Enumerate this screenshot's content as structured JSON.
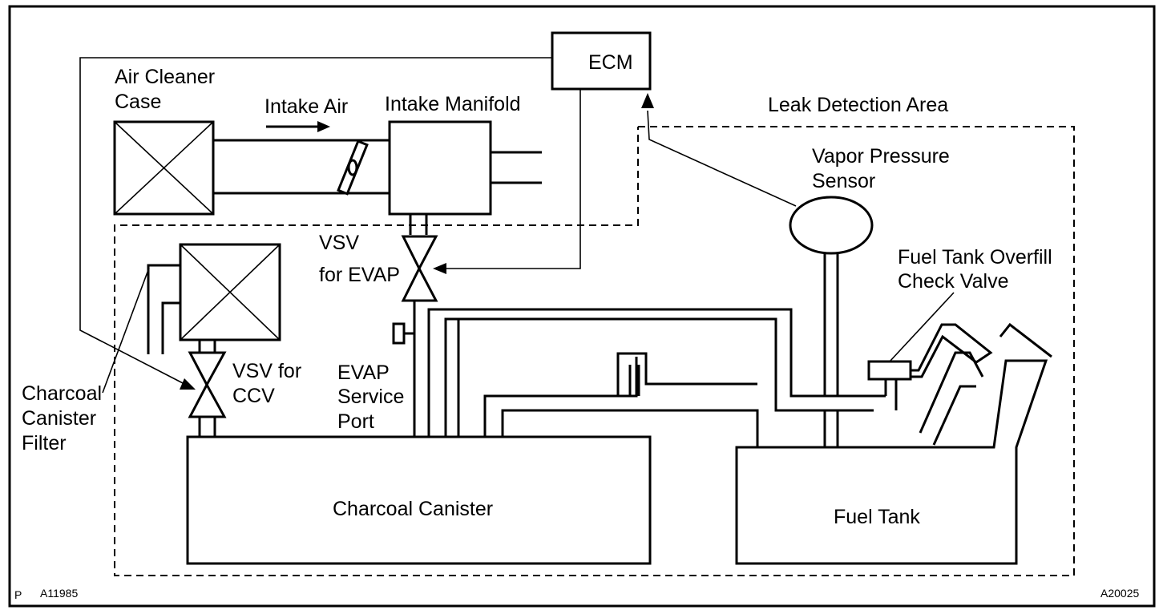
{
  "labels": {
    "ecm": "ECM",
    "air_cleaner_line1": "Air Cleaner",
    "air_cleaner_line2": "Case",
    "intake_air": "Intake Air",
    "intake_manifold": "Intake Manifold",
    "leak_detection_area": "Leak Detection Area",
    "vapor_pressure_sensor_line1": "Vapor Pressure",
    "vapor_pressure_sensor_line2": "Sensor",
    "vsv_evap_line1": "VSV",
    "vsv_evap_line2": "for EVAP",
    "overfill_valve_line1": "Fuel Tank Overfill",
    "overfill_valve_line2": "Check Valve",
    "canister_filter_line1": "Charcoal",
    "canister_filter_line2": "Canister",
    "canister_filter_line3": "Filter",
    "vsv_ccv_line1": "VSV for",
    "vsv_ccv_line2": "CCV",
    "service_port_line1": "EVAP",
    "service_port_line2": "Service",
    "service_port_line3": "Port",
    "charcoal_canister": "Charcoal Canister",
    "fuel_tank": "Fuel Tank"
  },
  "footer": {
    "mark": "P",
    "code_left": "A11985",
    "code_right": "A20025"
  }
}
